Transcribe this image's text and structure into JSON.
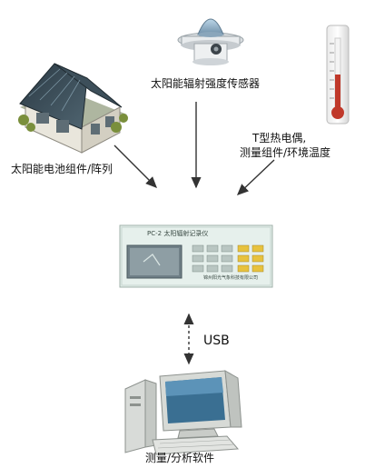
{
  "labels": {
    "radiation_sensor": "太阳能辐射强度传感器",
    "solar_module": "太阳能电池组件/阵列",
    "thermocouple_line1": "T型热电偶,",
    "thermocouple_line2": "测量组件/环境温度",
    "usb": "USB",
    "computer": "测量/分析软件"
  },
  "device": {
    "title": "PC-2 太阳辐射记录仪",
    "footer": "锦州阳光气象科技有限公司"
  },
  "colors": {
    "arrow": "#333333",
    "device_body": "#e6f0ec",
    "screen": "#6f7f86",
    "key_yellow": "#e7c23e",
    "thermometer_red": "#c0392b"
  }
}
